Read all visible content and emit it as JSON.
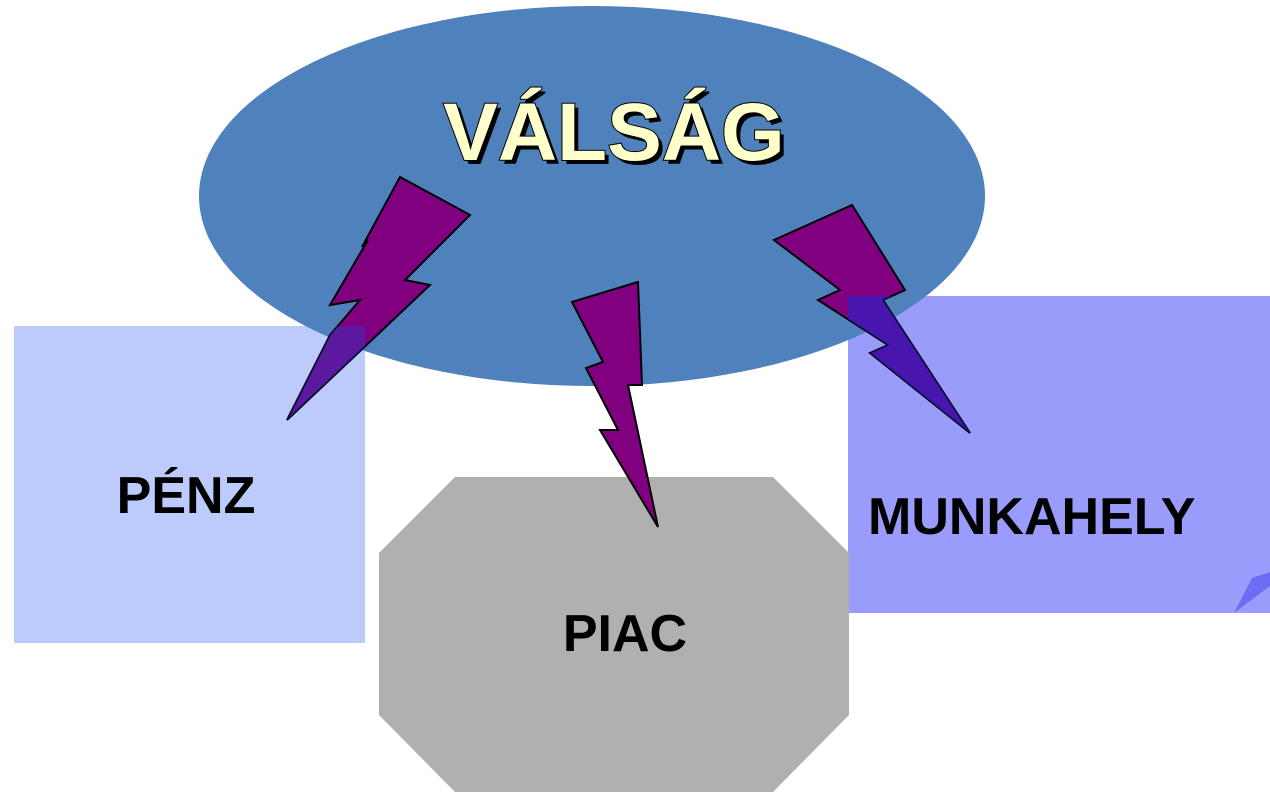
{
  "title": "VÁLSÁG",
  "boxes": {
    "penz": "PÉNZ",
    "piac": "PIAC",
    "munkahely": "MUNKAHELY"
  },
  "colors": {
    "ellipse": "#4f81bd",
    "title_fill": "#ffffcc",
    "penz_box": "#bccbfb",
    "piac_box": "#b0b0ae",
    "munkahely_box": "#9a9cfb",
    "bolt": "#800080"
  }
}
